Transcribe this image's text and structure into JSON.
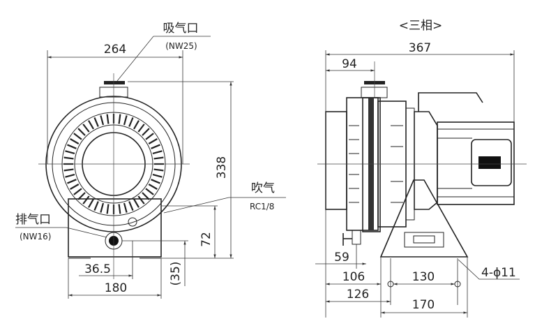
{
  "front_view": {
    "inlet_label": "吸气口",
    "inlet_spec": "(NW25)",
    "purge_label": "吹气",
    "purge_spec": "RC1/8",
    "exhaust_label": "排气口",
    "exhaust_spec": "(NW16)",
    "dims": {
      "width": "264",
      "height": "338",
      "exhaust_height": "72",
      "foot_height": "(35)",
      "exhaust_offset": "36.5",
      "base_width": "180"
    }
  },
  "side_view": {
    "title": "<三相>",
    "dims": {
      "length": "367",
      "inlet_offset": "94",
      "purge_offset": "59",
      "stand_front": "106",
      "hole_front": "126",
      "hole_pitch": "130",
      "stand_width": "170",
      "holes": "4-ϕ11"
    }
  }
}
